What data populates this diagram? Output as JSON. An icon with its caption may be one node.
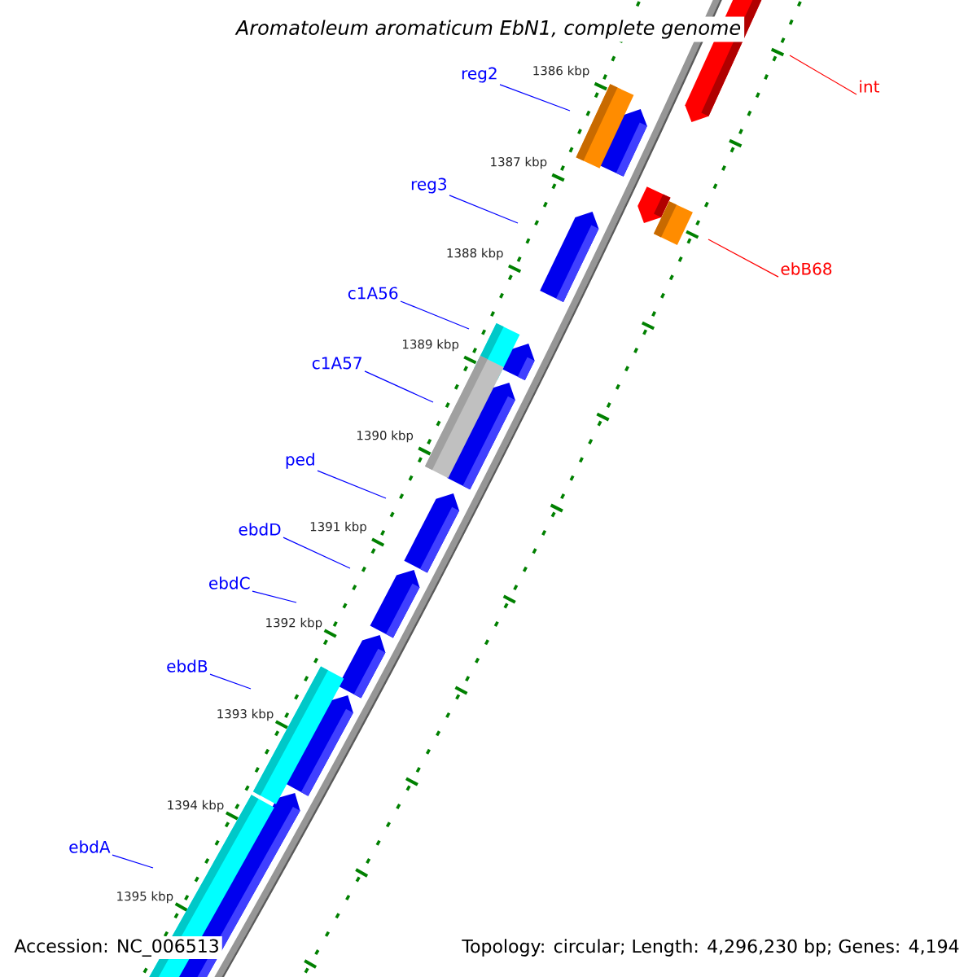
{
  "diagram": {
    "title": "Aromatoleum aromaticum EbN1, complete genome",
    "nodes": [
      {
        "text": [
          "reg2"
        ]
      },
      {
        "text": [
          "int"
        ]
      },
      {
        "text": [
          "reg3"
        ]
      },
      {
        "text": [
          "ebB68"
        ]
      },
      {
        "text": [
          "c1A56"
        ]
      },
      {
        "text": [
          "c1A57"
        ]
      },
      {
        "text": [
          "ped"
        ]
      },
      {
        "text": [
          "ebdD"
        ]
      },
      {
        "text": [
          "ebdC"
        ]
      },
      {
        "text": [
          "ebdB"
        ]
      },
      {
        "text": [
          "ebdA"
        ]
      }
    ],
    "edges": [
      {
        "from": 0,
        "to": null,
        "arrow": "none"
      },
      {
        "from": 1,
        "to": null,
        "arrow": "none",
        "color": "#ff0000"
      },
      {
        "from": 2,
        "to": null,
        "arrow": "none"
      },
      {
        "from": 3,
        "to": null,
        "arrow": "none",
        "color": "#ff0000"
      },
      {
        "from": 4,
        "to": null,
        "arrow": "none"
      },
      {
        "from": 5,
        "to": null,
        "arrow": "none"
      },
      {
        "from": 6,
        "to": null,
        "arrow": "none"
      },
      {
        "from": 7,
        "to": null,
        "arrow": "none"
      },
      {
        "from": 8,
        "to": null,
        "arrow": "none"
      },
      {
        "from": 9,
        "to": null,
        "arrow": "none"
      },
      {
        "from": 10,
        "to": null,
        "arrow": "none"
      }
    ],
    "labels": [
      "1386 kbp",
      "1387 kbp",
      "1388 kbp",
      "1389 kbp",
      "1390 kbp",
      "1391 kbp",
      "1392 kbp",
      "1393 kbp",
      "1394 kbp",
      "1395 kbp",
      "Accession: NC_006513",
      "Topology: circular; Length: 4,296,230 bp; Genes: 4,194"
    ]
  }
}
